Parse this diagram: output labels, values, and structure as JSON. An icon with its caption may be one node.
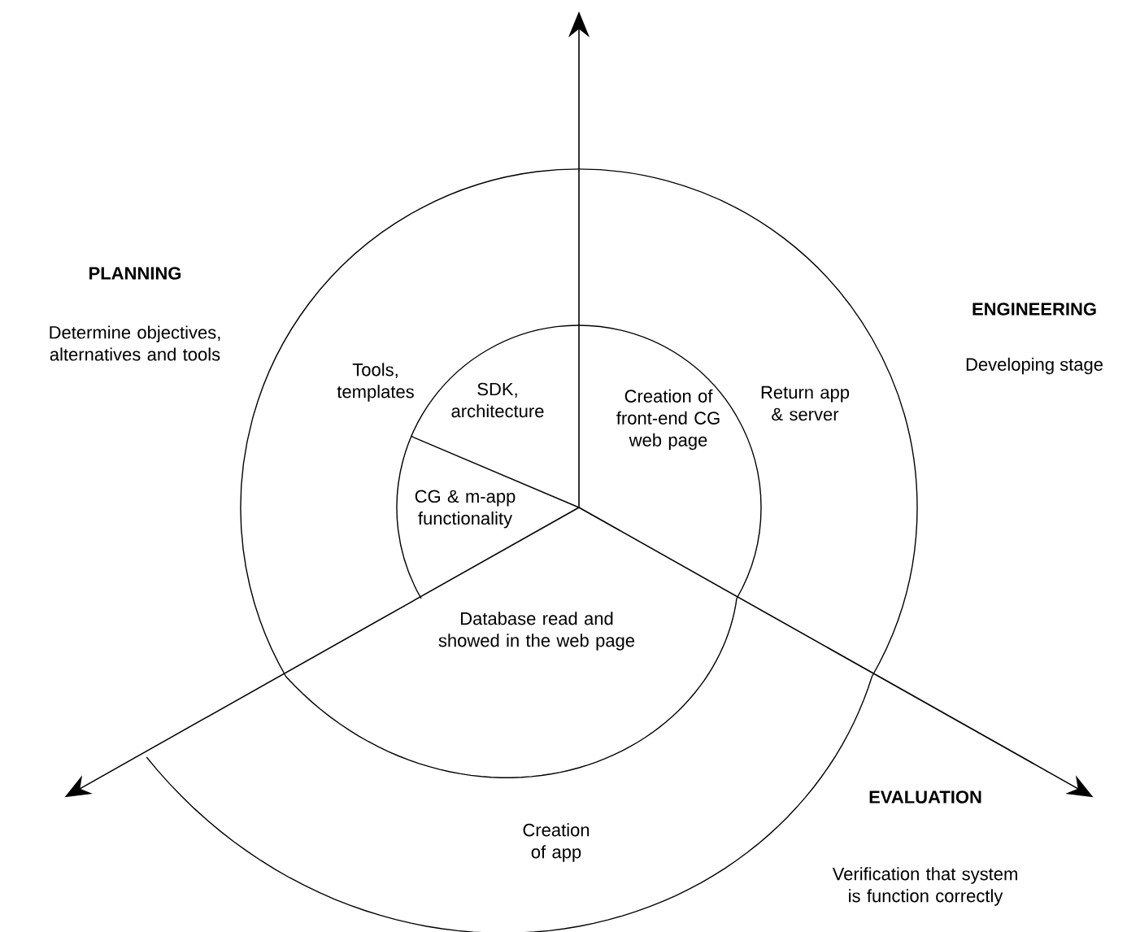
{
  "diagram": {
    "labels": [
      "PLANNING",
      "Determine objectives, alternatives and tools",
      "ENGINEERING",
      "Developing stage",
      "Tools, templates",
      "SDK, architecture",
      "Creation of front-end CG web page",
      "Return app & server",
      "CG & m-app functionality",
      "Database read and showed in the web page",
      "EVALUATION",
      "Creation of app",
      "Verification that system is function correctly"
    ]
  }
}
